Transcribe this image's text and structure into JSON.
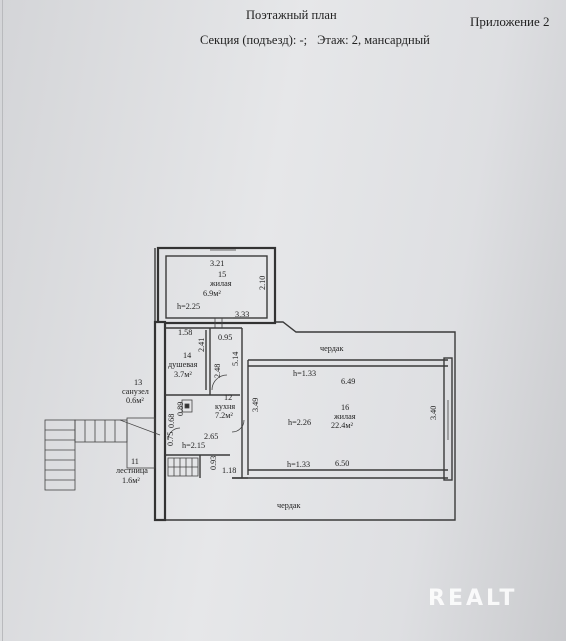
{
  "header": {
    "title": "Поэтажный план",
    "appendix": "Приложение 2",
    "section": "Секция (подъезд): -;",
    "floor": "Этаж: 2, мансардный"
  },
  "rooms": {
    "r15": {
      "num": "15",
      "name": "жилая",
      "area": "6.9м²",
      "height": "h=2.25",
      "dim_top": "3.21",
      "dim_side": "2.10",
      "dim_bottom": "3.33"
    },
    "r14": {
      "num": "14",
      "name": "душевая",
      "area": "3.7м²",
      "dim_top": "1.58",
      "dim_a": "2.41",
      "dim_b": "2.48"
    },
    "r13": {
      "num": "13",
      "name": "санузел",
      "area": "0.6м²",
      "dim_a": "0.89",
      "dim_b": "0.68"
    },
    "r12": {
      "num": "12",
      "name": "кухня",
      "area": "7.2м²",
      "dim_a": "0.95",
      "dim_b": "5.14",
      "dim_c": "2.65",
      "dim_d": "3.49"
    },
    "r16": {
      "num": "16",
      "name": "жилая",
      "area": "22.4м²",
      "height": "h=2.26",
      "dim_top": "6.49",
      "dim_bottom": "6.50",
      "dim_side": "3.40"
    },
    "r11": {
      "num": "11",
      "name": "лестница",
      "area": "1.6м²",
      "height": "h=2.15",
      "dim_a": "0.75",
      "dim_b": "0.93",
      "dim_c": "1.18"
    }
  },
  "heights": {
    "upper": "h=1.33",
    "lower": "h=1.33"
  },
  "attic": {
    "top": "чердак",
    "bottom": "чердак"
  },
  "watermark": "REALT"
}
